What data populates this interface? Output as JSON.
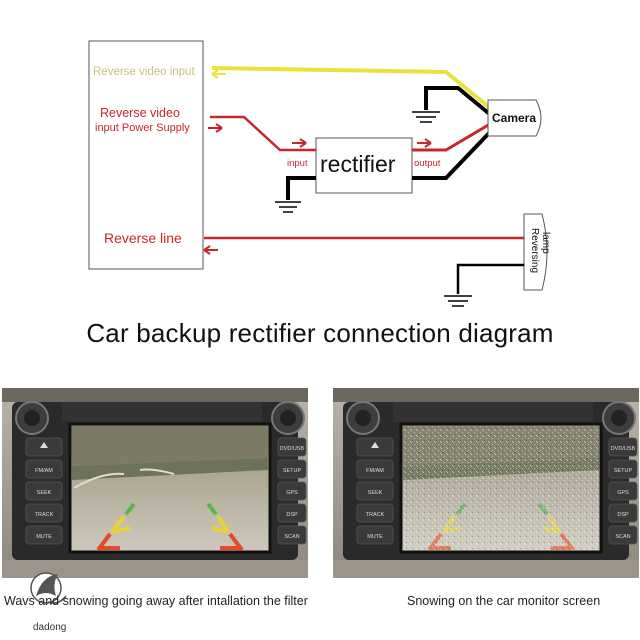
{
  "diagram": {
    "labels": {
      "reverse_video_input": "Reverse video input",
      "reverse_video_power_1": "Reverse video",
      "reverse_video_power_2": "input Power Supply",
      "reverse_line": "Reverse line",
      "rectifier": "rectifier",
      "input": "input",
      "output": "output",
      "camera": "Camera",
      "reversing_lamp_1": "Reversing",
      "reversing_lamp_2": "lamp"
    },
    "colors": {
      "video_line": "#e8e23a",
      "power_line": "#c9262c",
      "ground_line": "#000000",
      "video_label": "#c8c27a"
    }
  },
  "title": "Car backup rectifier connection diagram",
  "photos": {
    "left": {
      "left_buttons": [
        "",
        "FM/AM",
        "SEEK",
        "TRACK",
        "MUTE"
      ],
      "right_buttons": [
        "DVD/USB",
        "SETUP",
        "GPS",
        "DSP",
        "SCAN"
      ],
      "caption": "Wavs and snowing going away after intallation the filter"
    },
    "right": {
      "left_buttons": [
        "",
        "FM/AM",
        "SEEK",
        "TRACK",
        "MUTE"
      ],
      "right_buttons": [
        "DVD/USB",
        "SETUP",
        "GPS",
        "DSP",
        "SCAN"
      ],
      "caption": "Snowing on the car monitor screen"
    }
  },
  "logo_text": "dadong"
}
